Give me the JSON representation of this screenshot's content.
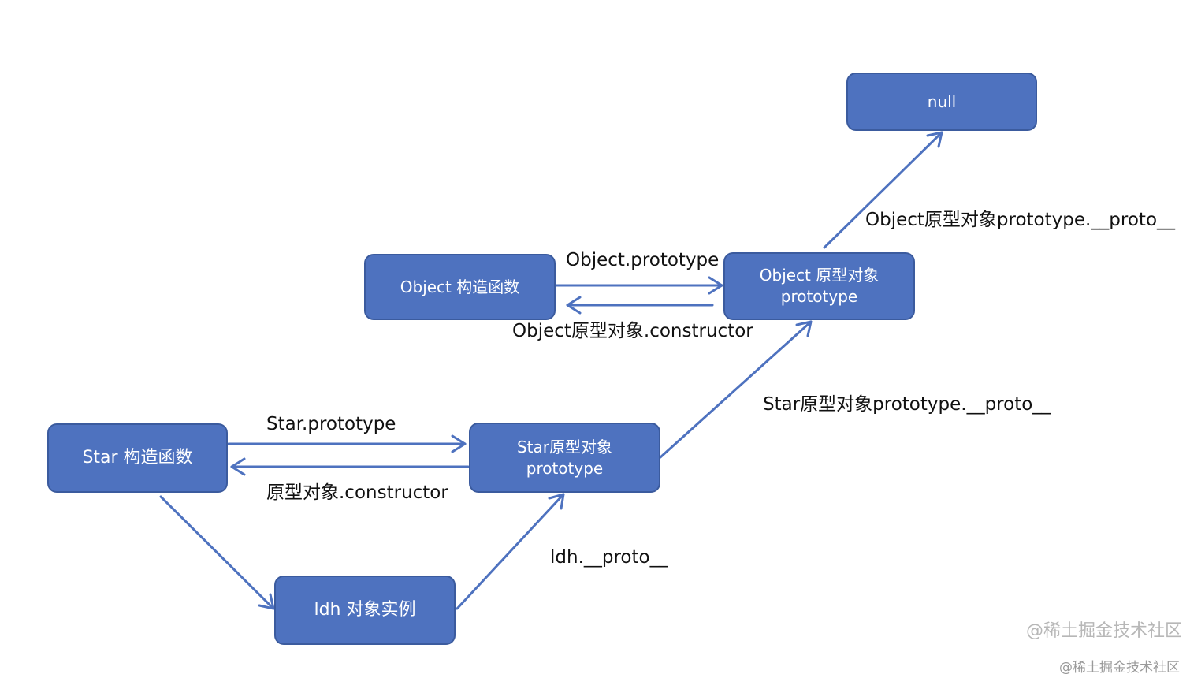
{
  "colors": {
    "node_fill": "#4e72bf",
    "node_border": "#3b5b9e",
    "edge": "#4e72bf",
    "text": "#111111"
  },
  "nodes": {
    "null_box": {
      "line1": "null"
    },
    "object_ctor": {
      "line1": "Object 构造函数"
    },
    "object_proto": {
      "line1": "Object 原型对象",
      "line2": "prototype"
    },
    "star_ctor": {
      "line1": "Star 构造函数"
    },
    "star_proto": {
      "line1": "Star原型对象",
      "line2": "prototype"
    },
    "ldh": {
      "line1": "ldh 对象实例"
    }
  },
  "edges": {
    "object_prototype": "Object.prototype",
    "object_constructor": "Object原型对象.constructor",
    "object_proto_to_null": "Object原型对象prototype.__proto__",
    "star_prototype": "Star.prototype",
    "star_constructor": "原型对象.constructor",
    "star_proto_to_object_proto": "Star原型对象prototype.__proto__",
    "ldh_proto": "ldh.__proto__"
  },
  "watermark": {
    "main": "@稀土掘金技术社区",
    "footer": "@稀土掘金技术社区"
  }
}
